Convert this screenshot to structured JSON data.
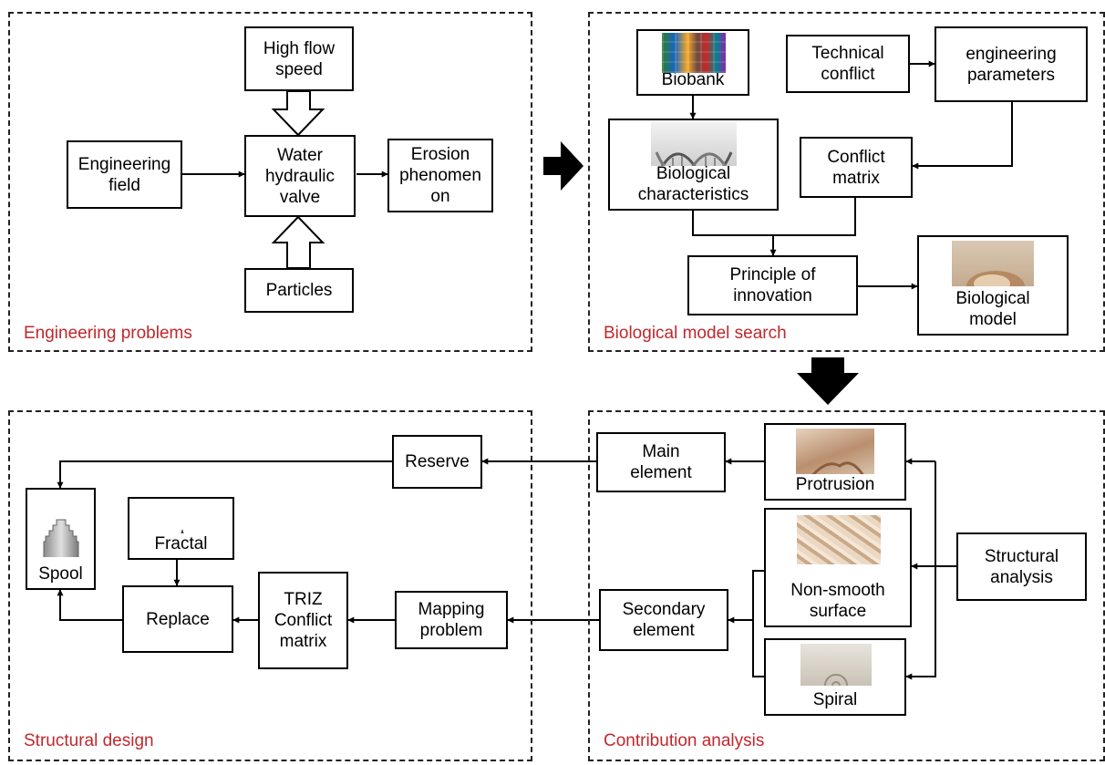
{
  "panels": {
    "engineering": "Engineering problems",
    "biological": "Biological model search",
    "structural_design": "Structural design",
    "contribution": "Contribution analysis"
  },
  "nodes": {
    "high_flow_speed": "High flow\nspeed",
    "engineering_field": "Engineering\nfield",
    "water_valve": "Water\nhydraulic\nvalve",
    "erosion": "Erosion\nphenomen\non",
    "particles": "Particles",
    "biobank": "Biobank",
    "technical_conflict": "Technical\nconflict",
    "engineering_parameters": "engineering\nparameters",
    "biological_characteristics": "Biological\ncharacteristics",
    "conflict_matrix": "Conflict\nmatrix",
    "principle_innovation": "Principle of\ninnovation",
    "biological_model": "Biological\nmodel",
    "reserve": "Reserve",
    "main_element": "Main\nelement",
    "protrusion": "Protrusion",
    "non_smooth_surface": "Non-smooth\nsurface",
    "structural_analysis": "Structural\nanalysis",
    "spool": "Spool",
    "fractal": "Fractal",
    "replace": "Replace",
    "triz_matrix": "TRIZ\nConflict\nmatrix",
    "mapping_problem": "Mapping\nproblem",
    "secondary_element": "Secondary\nelement",
    "spiral": "Spiral"
  },
  "colors": {
    "panel_title": "#c0282d",
    "line": "#000000"
  }
}
